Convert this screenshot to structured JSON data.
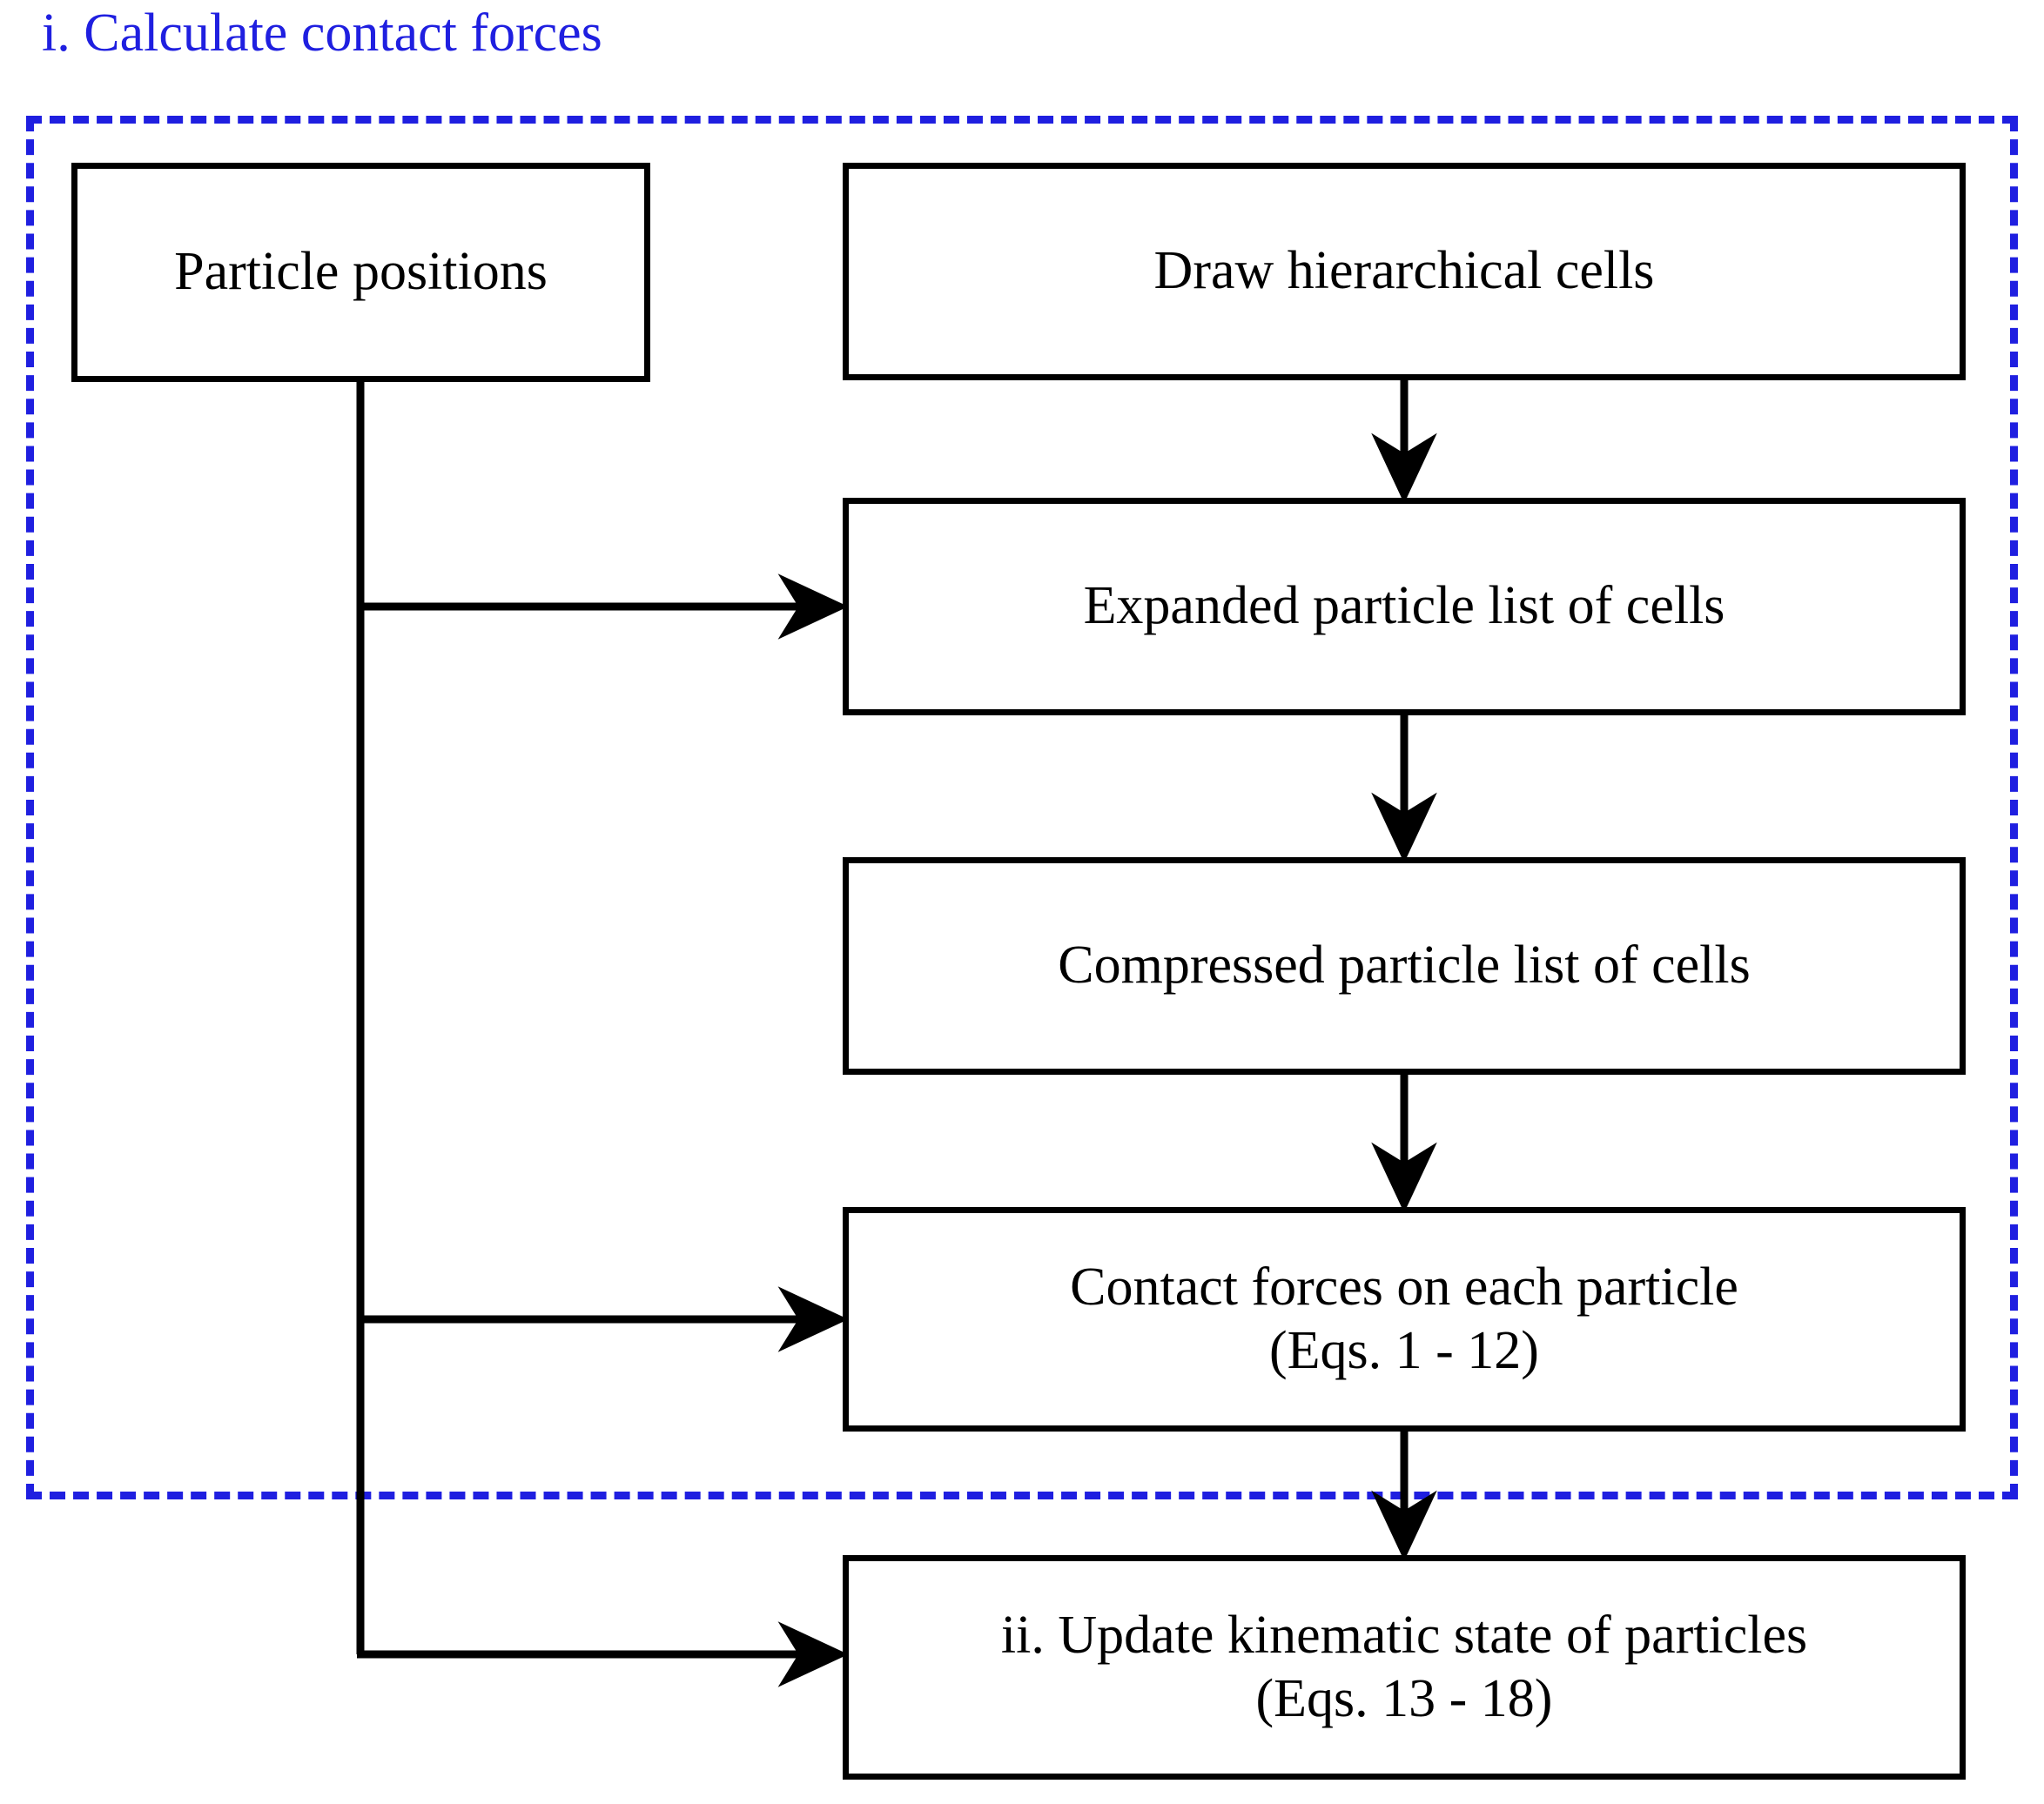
{
  "diagram": {
    "title": "i. Calculate contact forces",
    "title_color": "#1f1fe0",
    "group_border_color": "#1f1fe0",
    "box_border_color": "#000000",
    "boxes": {
      "particle_positions": {
        "label": "Particle positions"
      },
      "draw_cells": {
        "label": "Draw hierarchical cells"
      },
      "expanded_list": {
        "label": "Expanded particle list of cells"
      },
      "compressed_list": {
        "label": "Compressed particle list of cells"
      },
      "contact_forces": {
        "line1": "Contact forces on each particle",
        "line2": "(Eqs. 1 - 12)"
      },
      "update_kinematic": {
        "line1": "ii. Update kinematic state of particles",
        "line2": "(Eqs. 13 - 18)"
      }
    },
    "connectors": [
      {
        "name": "draw-cells-to-expanded-list",
        "from": "draw_cells",
        "to": "expanded_list",
        "style": "vertical-arrow"
      },
      {
        "name": "expanded-to-compressed-list",
        "from": "expanded_list",
        "to": "compressed_list",
        "style": "vertical-arrow"
      },
      {
        "name": "compressed-list-to-contact-forces",
        "from": "compressed_list",
        "to": "contact_forces",
        "style": "vertical-arrow"
      },
      {
        "name": "contact-forces-to-update-kinematic",
        "from": "contact_forces",
        "to": "update_kinematic",
        "style": "vertical-arrow"
      },
      {
        "name": "positions-to-expanded-list",
        "from": "particle_positions",
        "to": "expanded_list",
        "style": "elbow-arrow"
      },
      {
        "name": "positions-to-contact-forces",
        "from": "particle_positions",
        "to": "contact_forces",
        "style": "elbow-arrow"
      },
      {
        "name": "positions-to-update-kinematic",
        "from": "particle_positions",
        "to": "update_kinematic",
        "style": "elbow-arrow"
      }
    ]
  }
}
